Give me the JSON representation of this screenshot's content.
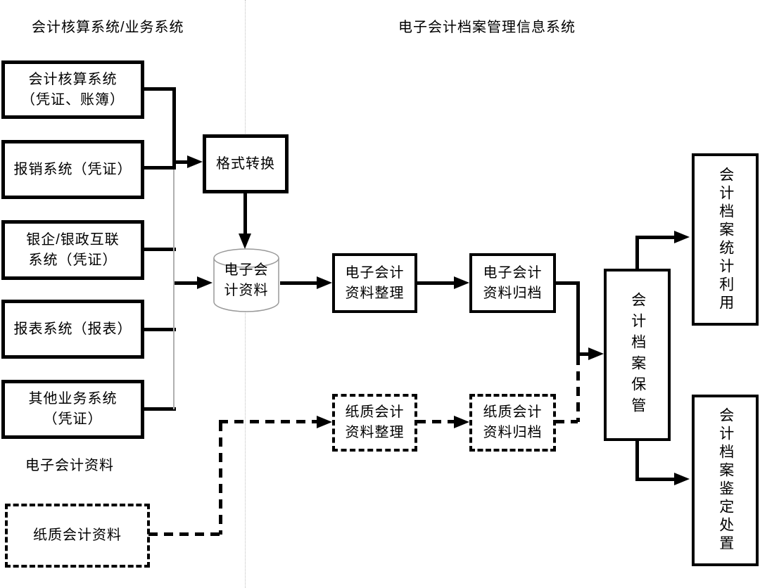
{
  "headers": {
    "left": "会计核算系统/业务系统",
    "right": "电子会计档案管理信息系统"
  },
  "source_systems": [
    "会计核算系统\n（凭证、账簿）",
    "报销系统（凭证）",
    "银企/银政互联\n系统（凭证）",
    "报表系统（报表）",
    "其他业务系统\n（凭证）"
  ],
  "labels": {
    "electronic_data": "电子会计资料",
    "paper_data": "纸质会计资料"
  },
  "nodes": {
    "format_conversion": "格式转换",
    "e_data_store": "电子会\n计资料",
    "e_organize": "电子会计\n资料整理",
    "e_archive": "电子会计\n资料归档",
    "p_organize": "纸质会计\n资料整理",
    "p_archive": "纸质会计\n资料归档",
    "storage": "会计档案保管",
    "stats_use": "会计档案统计利用",
    "appraisal_disposal": "会计档案鉴定处置"
  },
  "colors": {
    "line": "#000000",
    "collector_line": "#b0b0b0",
    "cylinder_stroke": "#999999",
    "separator_dotted": "#bfbfbf",
    "background": "#ffffff"
  }
}
